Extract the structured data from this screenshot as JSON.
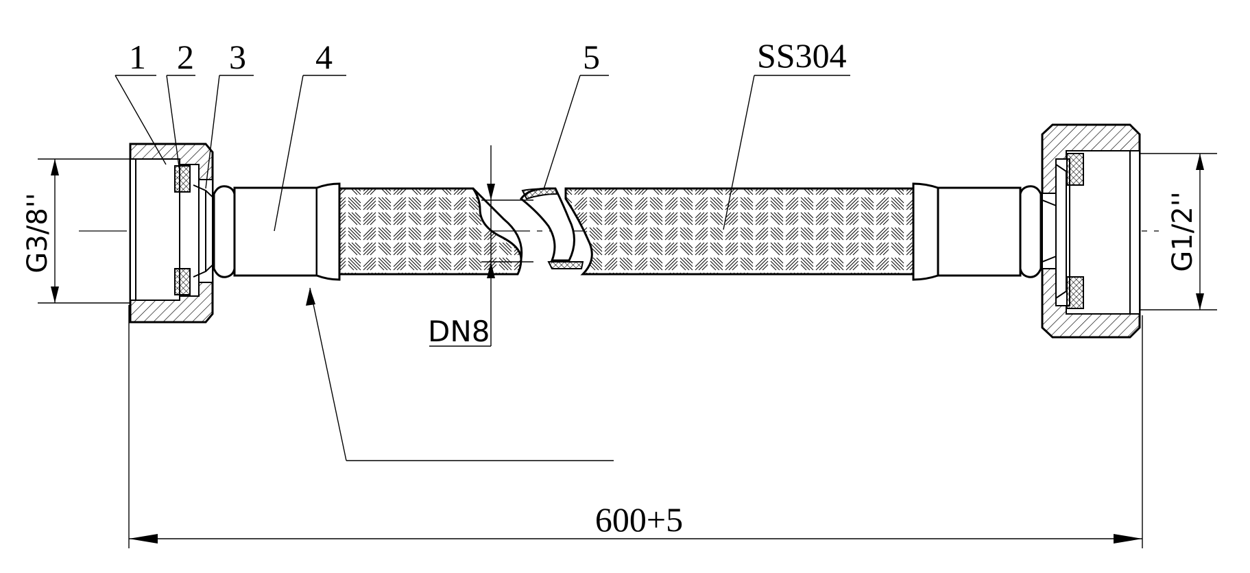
{
  "callouts": {
    "c1": "1",
    "c2": "2",
    "c3": "3",
    "c4": "4",
    "c5": "5",
    "material": "SS304"
  },
  "dimensions": {
    "left_thread": "G3/8''",
    "right_thread": "G1/2''",
    "bore": "DN8",
    "length": "600+5"
  }
}
